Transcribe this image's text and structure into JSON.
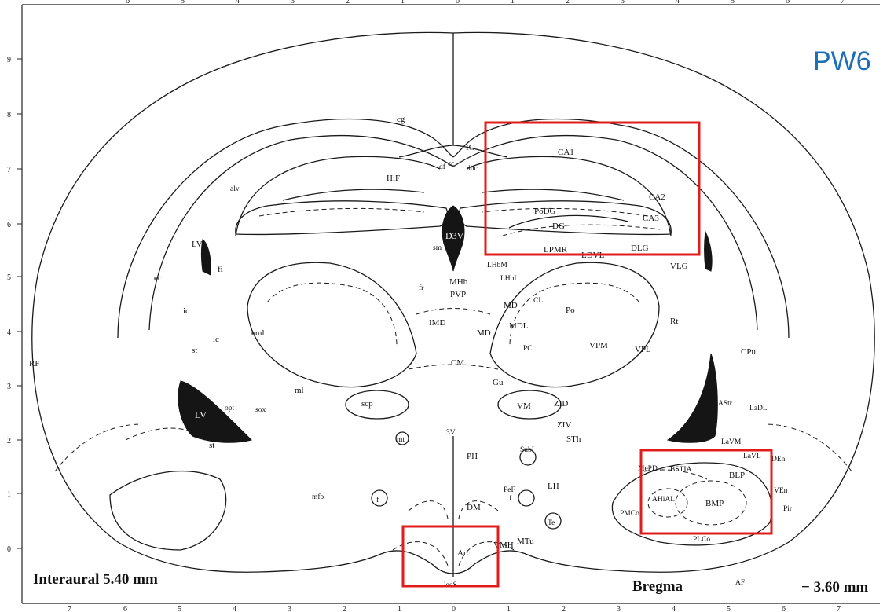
{
  "stamp": {
    "text": "PW6",
    "color": "#1a6fb5"
  },
  "footer": {
    "interaural": "Interaural 5.40 mm",
    "bregma_label": "Bregma",
    "bregma_value": "− 3.60 mm",
    "af": "AF"
  },
  "axes": {
    "left_ticks": [
      "9",
      "8",
      "7",
      "6",
      "5",
      "4",
      "3",
      "2",
      "1",
      "0"
    ],
    "bottom_ticks": [
      "7",
      "6",
      "5",
      "4",
      "3",
      "2",
      "1",
      "0",
      "1",
      "2",
      "3",
      "4",
      "5",
      "6",
      "7"
    ],
    "top_ticks": [
      "6",
      "5",
      "4",
      "3",
      "2",
      "1",
      "0",
      "1",
      "2",
      "3",
      "4",
      "5",
      "6",
      "7"
    ]
  },
  "regions": {
    "cg": "cg",
    "IG": "IG",
    "cc": "cc",
    "df": "df",
    "dhc": "dhc",
    "HiF": "HiF",
    "alv": "alv",
    "CA1": "CA1",
    "CA2": "CA2",
    "CA3": "CA3",
    "PoDG": "PoDG",
    "DG": "DG",
    "D3V": "D3V",
    "LV_left": "LV",
    "LV_bottom": "LV",
    "fi": "fi",
    "ec": "ec",
    "ic_1": "ic",
    "ic_2": "ic",
    "st_1": "st",
    "st_2": "st",
    "eml": "eml",
    "ml": "ml",
    "opt": "opt",
    "sox": "sox",
    "RF": "RF",
    "sm": "sm",
    "LHbM": "LHbM",
    "LHbL": "LHbL",
    "MHb": "MHb",
    "fr": "fr",
    "PVP": "PVP",
    "MD_1": "MD",
    "MD_2": "MD",
    "MDL": "MDL",
    "IMD": "IMD",
    "CL": "CL",
    "PC": "PC",
    "CM": "CM",
    "Gu": "Gu",
    "scp": "scp",
    "mt": "mt",
    "3V": "3V",
    "PH": "PH",
    "DM": "DM",
    "Arc": "Arc",
    "VMH": "VMH",
    "MTu": "MTu",
    "LH": "LH",
    "PeF": "PeF",
    "f_1": "f",
    "f_2": "f",
    "mfb": "mfb",
    "Te": "Te",
    "SubI": "SubI",
    "STh": "STh",
    "ZID": "ZID",
    "ZIV": "ZIV",
    "VM": "VM",
    "LPMR": "LPMR",
    "LDVL": "LDVL",
    "DLG": "DLG",
    "VLG": "VLG",
    "Po": "Po",
    "Rt": "Rt",
    "VPM": "VPM",
    "VPL": "VPL",
    "CPu": "CPu",
    "AStr": "AStr",
    "LaDL": "LaDL",
    "LaVM": "LaVM",
    "LaVL": "LaVL",
    "DEn": "DEn",
    "VEn": "VEn",
    "Pir": "Pir",
    "BLP": "BLP",
    "BMP": "BMP",
    "MePD": "MePD",
    "BSTIA": "BSTIA",
    "AHiAL": "AHiAL",
    "PMCo": "PMCo",
    "PLCo": "PLCo",
    "ledS": "ledS"
  },
  "colors": {
    "highlight": "#e01d1d",
    "ventricle": "#151515"
  }
}
